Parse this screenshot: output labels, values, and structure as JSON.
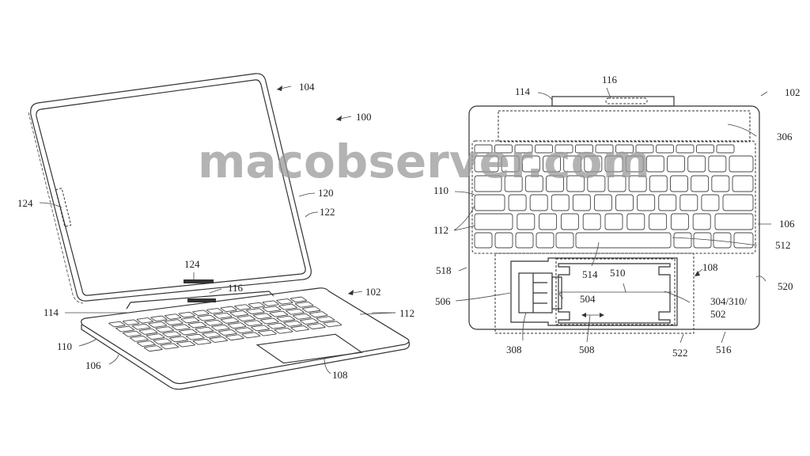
{
  "watermark": "macobserver.com",
  "figure_left": {
    "labels": {
      "l104": "104",
      "l100": "100",
      "l124a": "124",
      "l120": "120",
      "l122": "122",
      "l124b": "124",
      "l116": "116",
      "l102": "102",
      "l114": "114",
      "l112": "112",
      "l110": "110",
      "l106": "106",
      "l108": "108"
    }
  },
  "figure_right": {
    "labels": {
      "l114": "114",
      "l116": "116",
      "l102": "102",
      "l306": "306",
      "l110": "110",
      "l106": "106",
      "l112": "112",
      "l512": "512",
      "l518": "518",
      "l514": "514",
      "l510": "510",
      "l108": "108",
      "l520": "520",
      "l506": "506",
      "l504": "504",
      "l304a": "304/310/",
      "l304b": "502",
      "l308": "308",
      "l508": "508",
      "l522": "522",
      "l516": "516"
    }
  }
}
